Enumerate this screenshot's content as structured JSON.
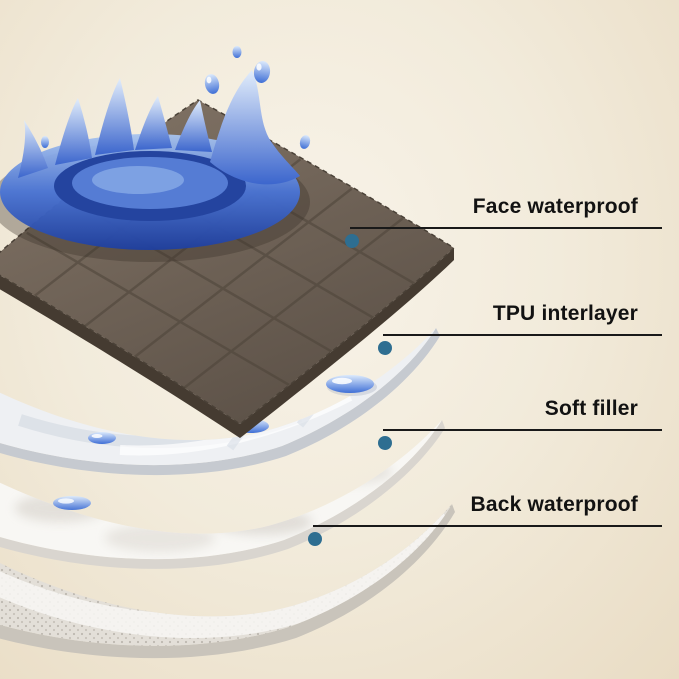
{
  "diagram": {
    "callouts": [
      {
        "label": "Face waterproof"
      },
      {
        "label": "TPU interlayer"
      },
      {
        "label": "Soft filler"
      },
      {
        "label": "Back waterproof"
      }
    ],
    "colors": {
      "background_center": "#f8f3e9",
      "background_edge": "#e9dcc4",
      "callout_dot": "#2e6e91",
      "callout_line": "#191919",
      "label_text": "#121212",
      "face_layer_brown": "#6e6156",
      "face_layer_edge": "#453b31",
      "tpu_layer_white": "#eef0f3",
      "soft_filler_white": "#f8f7f4",
      "back_layer_gray": "#e3dfd8",
      "water_blue_dark": "#1f3f9e",
      "water_blue_light": "#a8c4ef"
    }
  }
}
